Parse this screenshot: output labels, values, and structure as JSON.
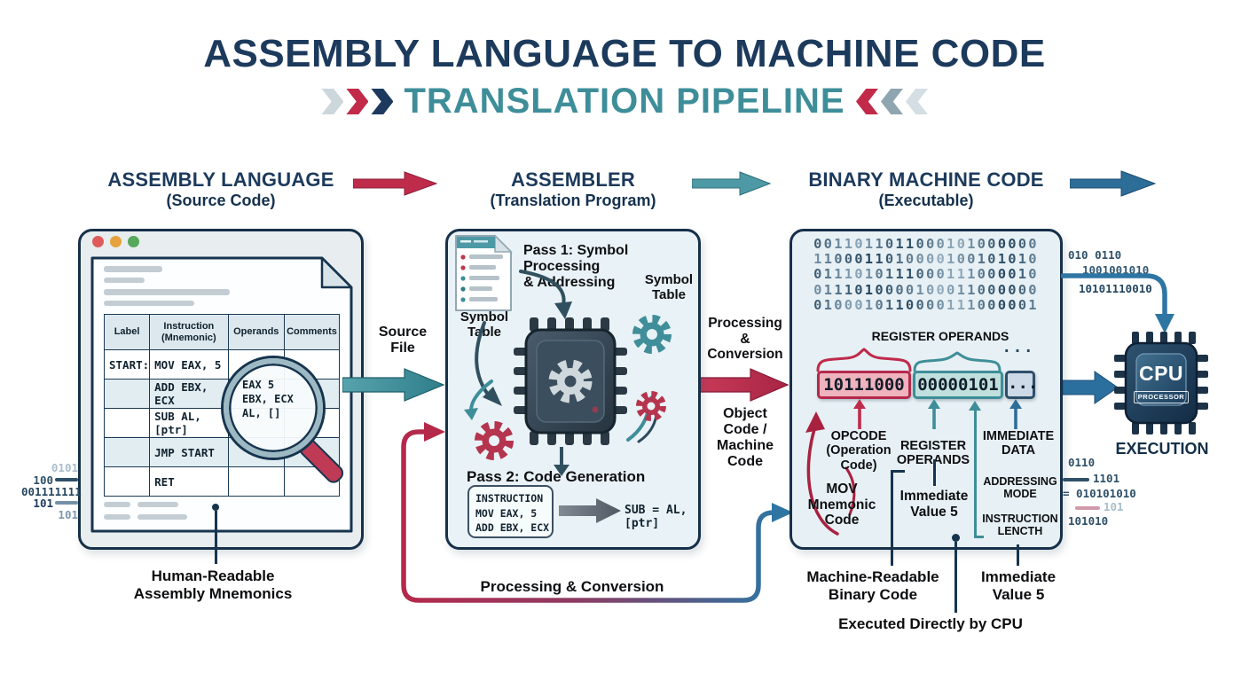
{
  "header": {
    "title": "ASSEMBLY LANGUAGE TO MACHINE CODE",
    "subtitle": "TRANSLATION PIPELINE"
  },
  "stages": {
    "source": {
      "title": "ASSEMBLY LANGUAGE",
      "subtitle": "(Source Code)"
    },
    "assembler": {
      "title": "ASSEMBLER",
      "subtitle": "(Translation Program)"
    },
    "binary": {
      "title": "BINARY MACHINE CODE",
      "subtitle": "(Executable)"
    }
  },
  "source_panel": {
    "table": {
      "headers": [
        "Label",
        "Instruction\n(Mnemonic)",
        "Operands",
        "Comments"
      ],
      "rows": [
        [
          "START:",
          "MOV EAX, 5",
          "",
          ""
        ],
        [
          "",
          "ADD EBX, ECX",
          "",
          ""
        ],
        [
          "",
          "SUB AL, [ptr]",
          "",
          ""
        ],
        [
          "",
          "JMP START",
          "",
          ""
        ],
        [
          "",
          "RET",
          "",
          ""
        ]
      ]
    },
    "magnifier_text": "EAX 5\nEBX, ECX\nAL, []",
    "callout": "Human-Readable\nAssembly Mnemonics"
  },
  "flow": {
    "source_file": "Source\nFile",
    "processing_conversion": "Processing\n&\nConversion",
    "object_code": "Object\nCode /\nMachine\nCode",
    "loop_label": "Processing & Conversion"
  },
  "assembler_panel": {
    "pass1": "Pass 1: Symbol Processing\n& Addressing",
    "symbol_table_doc": "Symbol Table",
    "symbol_table_gear": "Symbol\nTable",
    "pass2": "Pass 2: Code Generation",
    "instruction_box": "INSTRUCTION\nMOV EAX, 5\nADD EBX, ECX",
    "pass2_output": "SUB = AL, [ptr]"
  },
  "binary_panel": {
    "bit_rows": [
      "0011011011000101000000",
      "1100011010000100101010",
      "0111010111000111000010",
      "0111010000100011000000",
      "0100010110000111000001"
    ],
    "register_operands_top": "REGISTER OPERANDS",
    "opcode_byte": "10111000",
    "operand_byte": "00000101",
    "more_bytes": "...",
    "ellipsis": "...",
    "labels": {
      "opcode": "OPCODE\n(Operation\nCode)",
      "register_operands": "REGISTER\nOPERANDS",
      "immediate_data": "IMMEDIATE\nDATA",
      "mov_mnemonic": "MOV\nMnemonic\nCode",
      "immediate_value": "Immediate\nValue 5",
      "addressing_mode": "ADDRESSING\nMODE",
      "instruction_length": "INSTRUCTION\nLENCTH"
    },
    "callouts": {
      "machine_readable": "Machine-Readable\nBinary Code",
      "immediate_value": "Immediate\nValue 5",
      "executed_by_cpu": "Executed Directly by CPU"
    }
  },
  "execution": {
    "cpu_label": "CPU",
    "processor_label": "PROCESSOR",
    "caption": "EXECUTION",
    "bits_top": [
      "010 0110",
      "1001001010",
      "10101110010"
    ],
    "bits_bottom": [
      "0110",
      "1101",
      "= 010101010",
      "101",
      "101010"
    ]
  },
  "decor": {
    "left_bits": [
      "0101",
      "100",
      "001111111",
      "101",
      "101"
    ]
  },
  "colors": {
    "navy": "#1c3a5c",
    "teal": "#3e8e99",
    "crimson": "#bf2b4b",
    "steel_blue": "#2e75a3"
  }
}
